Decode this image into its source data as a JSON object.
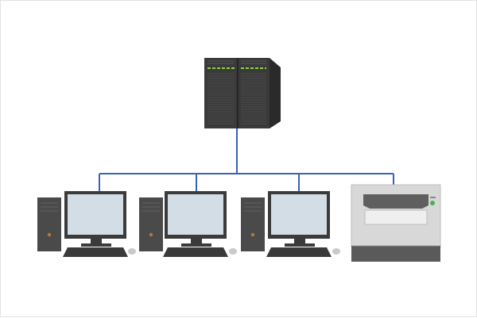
{
  "diagram": {
    "type": "network-topology",
    "colors": {
      "background": "#ffffff",
      "frame": "#e3e3e3",
      "link": "#3a62b4",
      "server_body": "#3a3a3a",
      "server_side": "#2a2a2a",
      "server_led": "#8cd33a",
      "pc_case": "#4a4a4a",
      "pc_case_light": "#5a5a5a",
      "case_power": "#b07a3e",
      "monitor_frame": "#3b3b3b",
      "monitor_screen": "#d3dde6",
      "keyboard": "#3a3a3a",
      "mouse": "#c9c9c9",
      "printer_body": "#d8d8d8",
      "printer_top": "#5f5f5f",
      "printer_base": "#5a5a5a",
      "printer_led": "#4caf50"
    },
    "nodes": [
      {
        "id": "server",
        "kind": "server-icon",
        "interactable": false
      },
      {
        "id": "pc-1",
        "kind": "desktop-pc-icon",
        "interactable": false
      },
      {
        "id": "pc-2",
        "kind": "desktop-pc-icon",
        "interactable": false
      },
      {
        "id": "pc-3",
        "kind": "desktop-pc-icon",
        "interactable": false
      },
      {
        "id": "printer",
        "kind": "printer-icon",
        "interactable": false
      }
    ],
    "links": [
      {
        "from": "server",
        "to": "pc-1"
      },
      {
        "from": "server",
        "to": "pc-2"
      },
      {
        "from": "server",
        "to": "pc-3"
      },
      {
        "from": "server",
        "to": "printer"
      }
    ]
  }
}
